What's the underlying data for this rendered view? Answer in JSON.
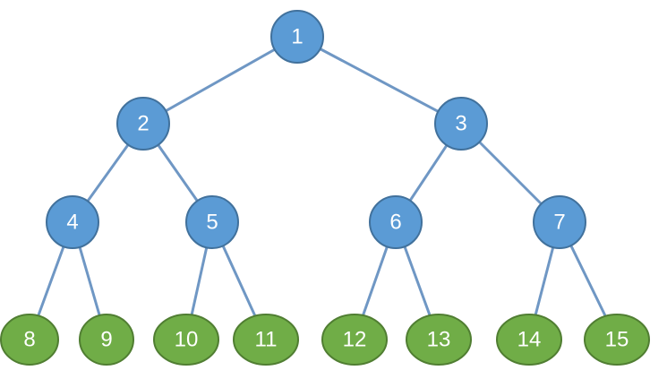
{
  "tree": {
    "colors": {
      "internal_fill": "#5b9bd5",
      "internal_stroke": "#41719c",
      "leaf_fill": "#70ad47",
      "leaf_stroke": "#507e32",
      "edge": "#6f97c4",
      "label": "#ffffff",
      "background": "#ffffff"
    },
    "nodes": [
      {
        "id": "1",
        "label": "1",
        "kind": "internal"
      },
      {
        "id": "2",
        "label": "2",
        "kind": "internal"
      },
      {
        "id": "3",
        "label": "3",
        "kind": "internal"
      },
      {
        "id": "4",
        "label": "4",
        "kind": "internal"
      },
      {
        "id": "5",
        "label": "5",
        "kind": "internal"
      },
      {
        "id": "6",
        "label": "6",
        "kind": "internal"
      },
      {
        "id": "7",
        "label": "7",
        "kind": "internal"
      },
      {
        "id": "8",
        "label": "8",
        "kind": "leaf"
      },
      {
        "id": "9",
        "label": "9",
        "kind": "leaf"
      },
      {
        "id": "10",
        "label": "10",
        "kind": "leaf"
      },
      {
        "id": "11",
        "label": "11",
        "kind": "leaf"
      },
      {
        "id": "12",
        "label": "12",
        "kind": "leaf"
      },
      {
        "id": "13",
        "label": "13",
        "kind": "leaf"
      },
      {
        "id": "14",
        "label": "14",
        "kind": "leaf"
      },
      {
        "id": "15",
        "label": "15",
        "kind": "leaf"
      }
    ],
    "edges": [
      [
        "1",
        "2"
      ],
      [
        "1",
        "3"
      ],
      [
        "2",
        "4"
      ],
      [
        "2",
        "5"
      ],
      [
        "3",
        "6"
      ],
      [
        "3",
        "7"
      ],
      [
        "4",
        "8"
      ],
      [
        "4",
        "9"
      ],
      [
        "5",
        "10"
      ],
      [
        "5",
        "11"
      ],
      [
        "6",
        "12"
      ],
      [
        "6",
        "13"
      ],
      [
        "7",
        "14"
      ],
      [
        "7",
        "15"
      ]
    ]
  }
}
